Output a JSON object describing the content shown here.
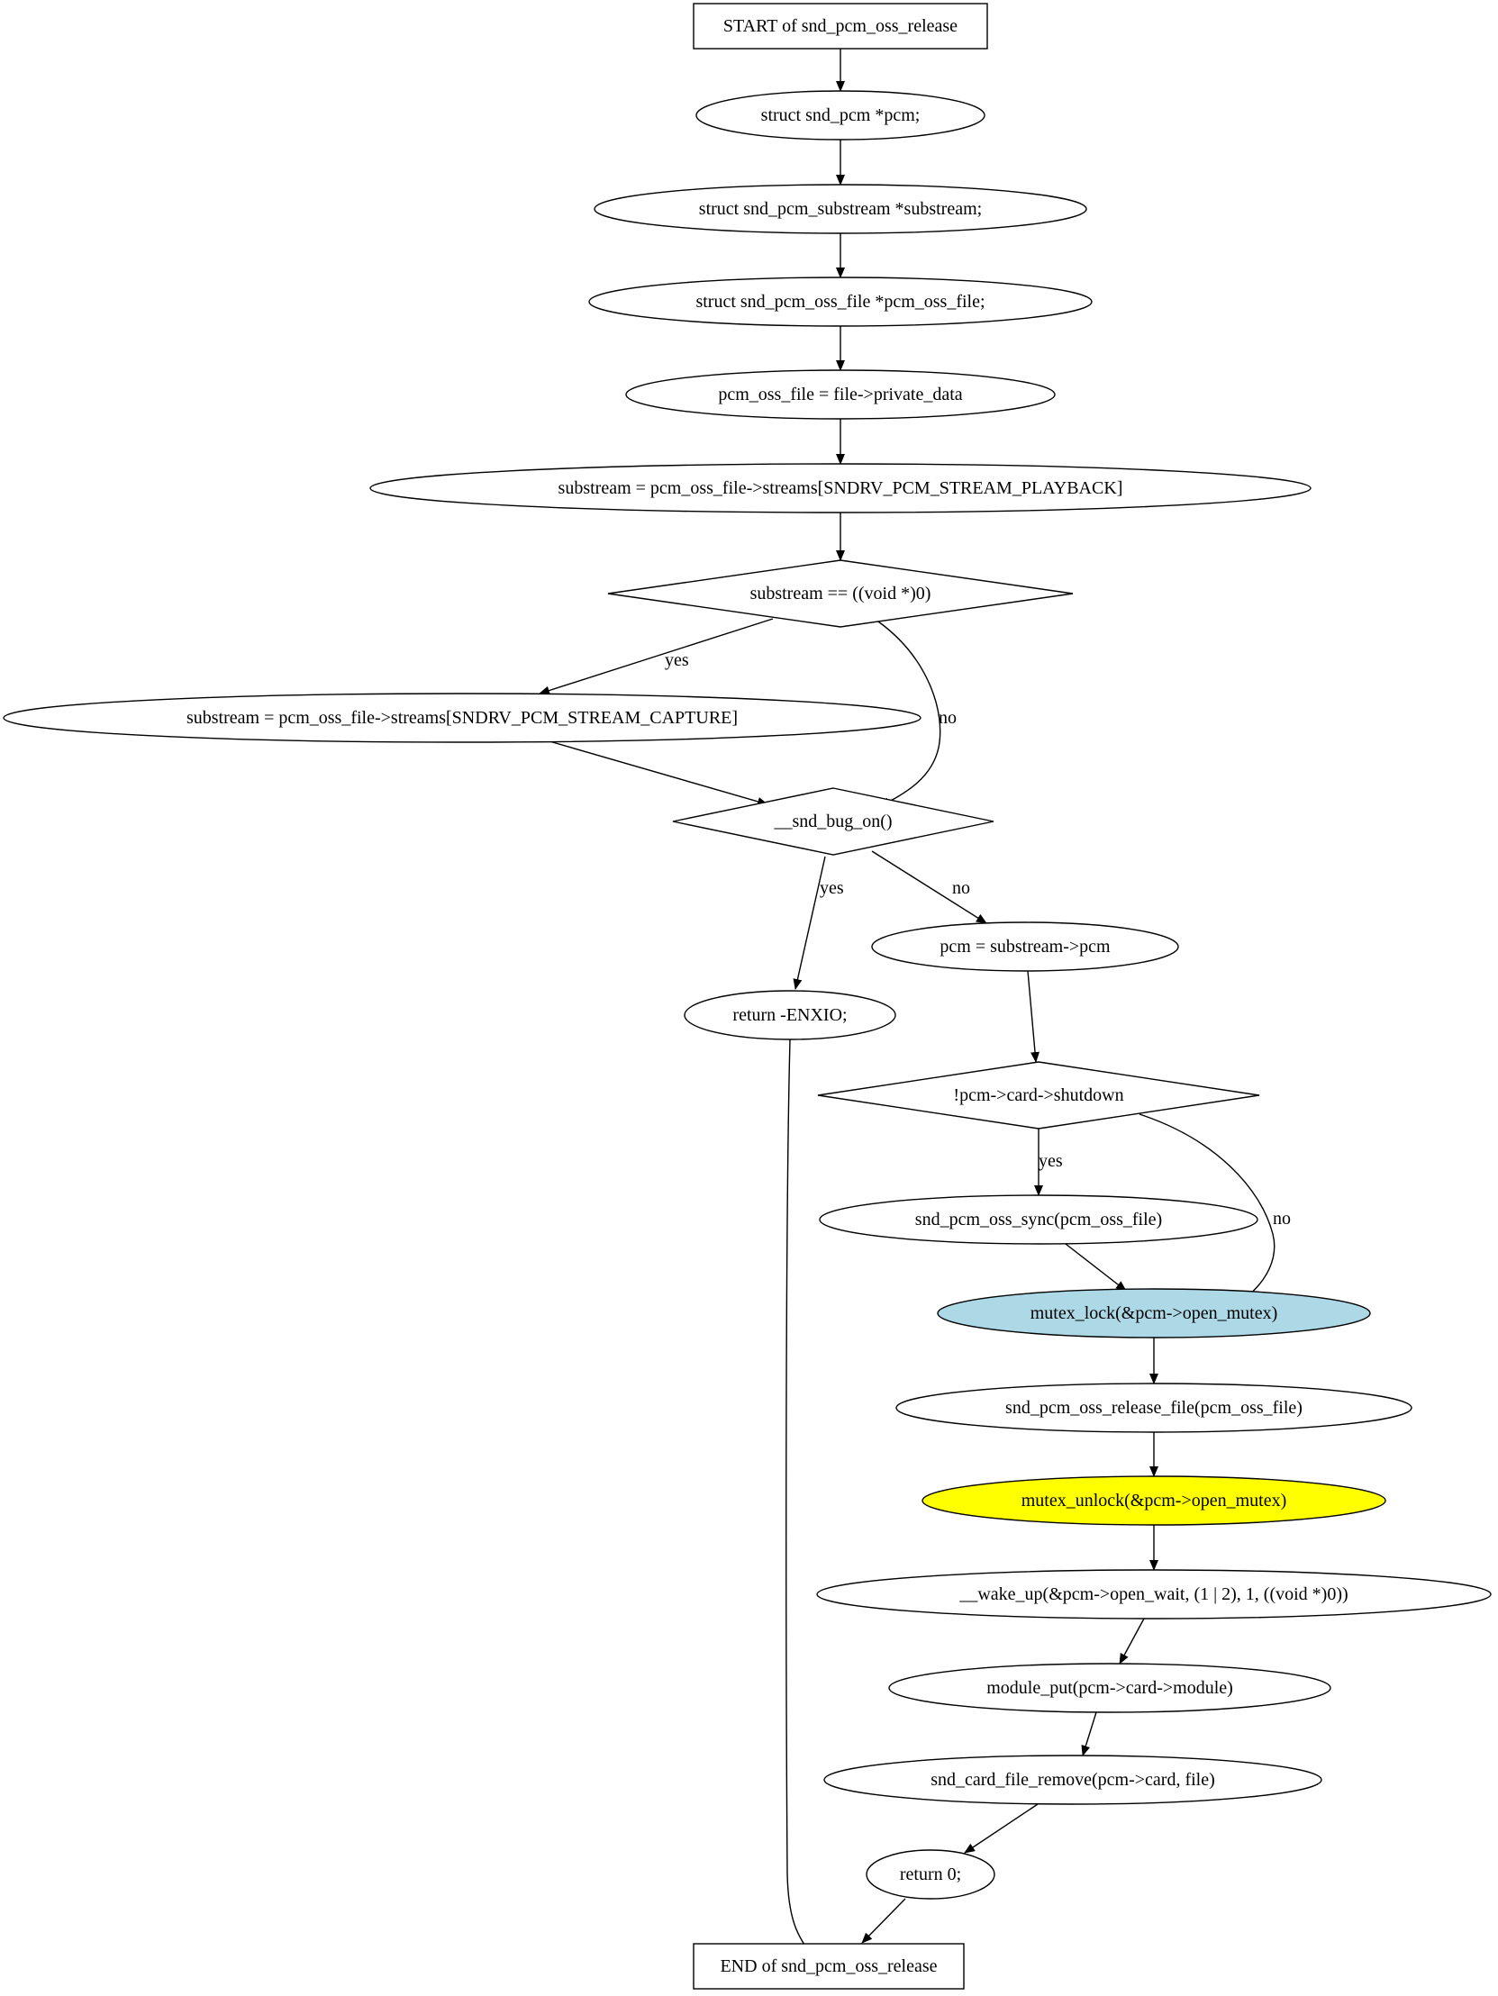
{
  "colors": {
    "line": "#000000",
    "default_fill": "#ffffff",
    "lock_fill": "#add8e6",
    "unlock_fill": "#ffff00"
  },
  "nodes": {
    "start": "START of snd_pcm_oss_release",
    "decl_pcm": "struct snd_pcm *pcm;",
    "decl_substream": "struct snd_pcm_substream *substream;",
    "decl_file": "struct snd_pcm_oss_file *pcm_oss_file;",
    "assign_file": "pcm_oss_file = file->private_data",
    "assign_playback": "substream = pcm_oss_file->streams[SNDRV_PCM_STREAM_PLAYBACK]",
    "check_null": "substream == ((void *)0)",
    "assign_capture": "substream = pcm_oss_file->streams[SNDRV_PCM_STREAM_CAPTURE]",
    "bug_on": "__snd_bug_on()",
    "return_enxio": "return -ENXIO;",
    "assign_pcm": "pcm = substream->pcm",
    "check_shutdown": "!pcm->card->shutdown",
    "oss_sync": "snd_pcm_oss_sync(pcm_oss_file)",
    "mutex_lock": "mutex_lock(&pcm->open_mutex)",
    "release_file": "snd_pcm_oss_release_file(pcm_oss_file)",
    "mutex_unlock": "mutex_unlock(&pcm->open_mutex)",
    "wake_up": "__wake_up(&pcm->open_wait, (1 | 2), 1, ((void *)0))",
    "module_put": "module_put(pcm->card->module)",
    "file_remove": "snd_card_file_remove(pcm->card, file)",
    "return_zero": "return 0;",
    "end": "END of snd_pcm_oss_release"
  },
  "edge_labels": {
    "yes": "yes",
    "no": "no"
  }
}
